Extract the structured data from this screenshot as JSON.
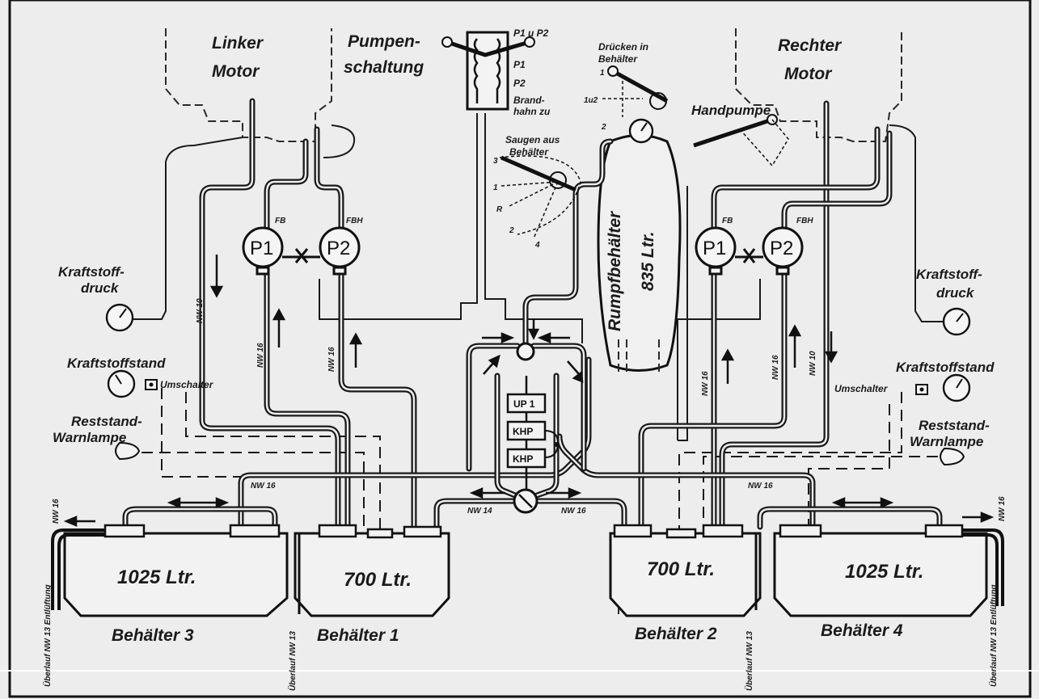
{
  "labels": {
    "left_motor": [
      "Linker",
      "Motor"
    ],
    "right_motor": [
      "Rechter",
      "Motor"
    ],
    "pump_switch": [
      "Pumpen-",
      "schaltung"
    ],
    "switch_positions": [
      "P1 u P2",
      "P1",
      "P2",
      "Brand-",
      "hahn zu"
    ],
    "press_into_tank": [
      "Drücken in",
      "Behälter"
    ],
    "suck_from_tank": [
      "Saugen aus",
      "Behälter"
    ],
    "hand_pump": "Handpumpe",
    "fuselage_tank": "Rumpfbehälter",
    "fuselage_tank_volume": "835 Ltr.",
    "fuel_pressure": [
      "Kraftstoff-",
      "druck"
    ],
    "fuel_level": "Kraftstoffstand",
    "selector": "Umschalter",
    "reserve_lamp": [
      "Reststand-",
      "Warnlampe"
    ],
    "pump_fb": "FB",
    "pump_fbh": "FBH",
    "pump_p1": "P1",
    "pump_p2": "P2",
    "pipe_nw10": "NW 10",
    "pipe_nw16": "NW 16",
    "pipe_nw14": "NW 14",
    "pipe_nw13": "NW 13",
    "valve_up1": "UP 1",
    "valve_khp": "KHP",
    "overflow": "Überlauf NW 13",
    "vent": "Überlauf NW 13 Entlüftung",
    "hand_pos": [
      "1",
      "1u2",
      "2"
    ],
    "suck_pos": [
      "1",
      "2",
      "3",
      "4",
      "R"
    ]
  },
  "tanks": [
    {
      "name": "Behälter 3",
      "volume": "1025 Ltr."
    },
    {
      "name": "Behälter 1",
      "volume": "700 Ltr."
    },
    {
      "name": "Behälter 2",
      "volume": "700 Ltr."
    },
    {
      "name": "Behälter 4",
      "volume": "1025 Ltr."
    }
  ]
}
